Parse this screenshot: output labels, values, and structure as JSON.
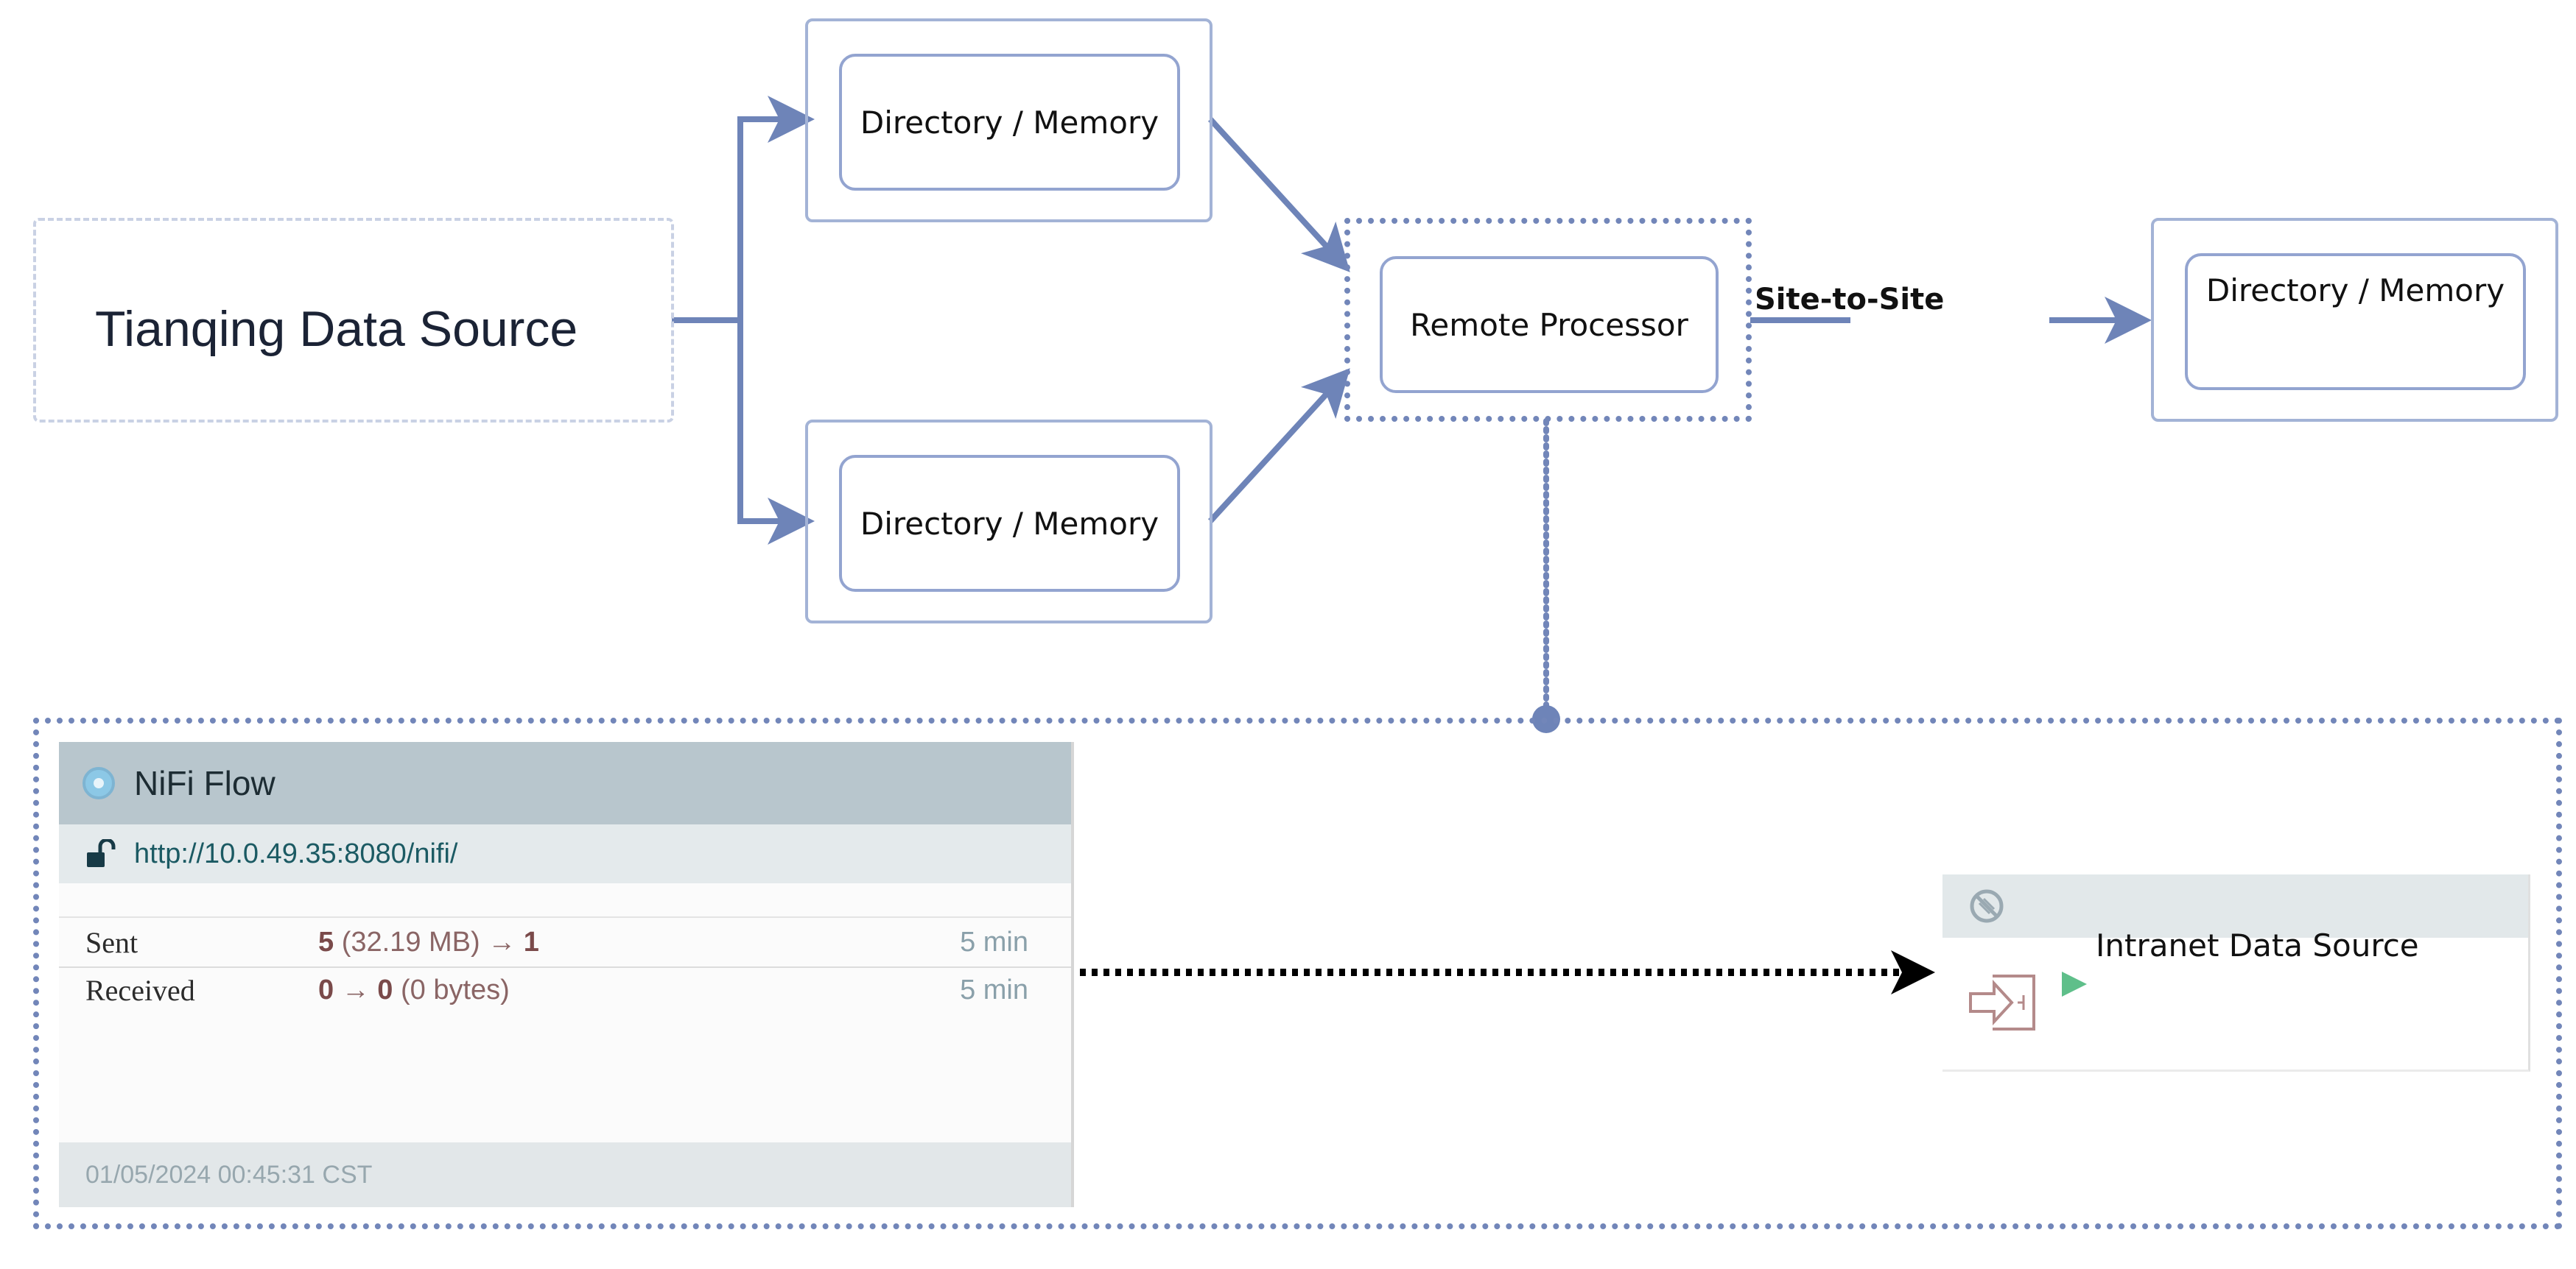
{
  "source": {
    "label": "Tianqing Data Source"
  },
  "top_branch": {
    "label": "Directory / Memory"
  },
  "bottom_branch": {
    "label": "Directory / Memory"
  },
  "remote_processor": {
    "label": "Remote Processor"
  },
  "site_to_site": {
    "label": "Site-to-Site"
  },
  "destination": {
    "label": "Directory / Memory"
  },
  "nifi_card": {
    "title": "NiFi Flow",
    "url": "http://10.0.49.35:8080/nifi/",
    "sent": {
      "label": "Sent",
      "count": "5",
      "size": "(32.19 MB)",
      "arrow": "→",
      "target": "1",
      "time": "5 min"
    },
    "received": {
      "label": "Received",
      "count": "0",
      "arrow": "→",
      "target": "0",
      "size": "(0 bytes)",
      "time": "5 min"
    },
    "timestamp": "01/05/2024 00:45:31 CST"
  },
  "intranet_port": {
    "label": "Intranet Data Source"
  },
  "colors": {
    "flow_arrow": "#6e84b8",
    "box_border": "#93a4d0",
    "card_header": "#b8c6cd",
    "run_indicator": "#5fbf8a"
  }
}
